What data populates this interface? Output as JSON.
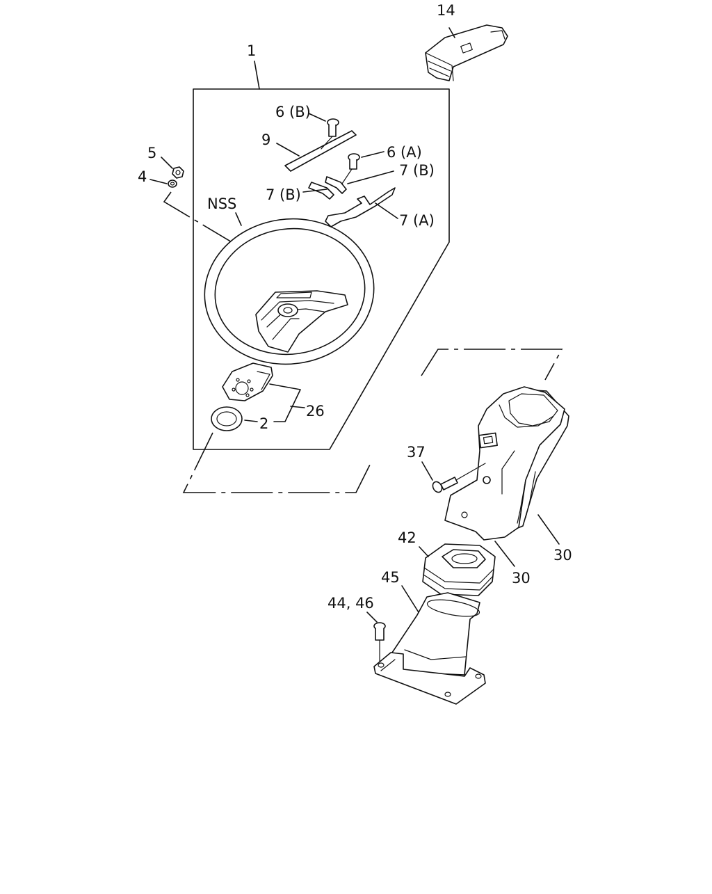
{
  "callouts": {
    "c1": "1",
    "c14": "14",
    "c6b": "6 (B)",
    "c9": "9",
    "c6a": "6 (A)",
    "c5": "5",
    "c4": "4",
    "c7b_right": "7 (B)",
    "c7b_left": "7 (B)",
    "c7a": "7 (A)",
    "nss": "NSS",
    "c26": "26",
    "c2": "2",
    "c37": "37",
    "c42": "42",
    "c30_right": "30",
    "c30_lower": "30",
    "c45": "45",
    "c4446": "44, 46"
  },
  "colors": {
    "ink": "#111111",
    "paper": "#ffffff"
  }
}
